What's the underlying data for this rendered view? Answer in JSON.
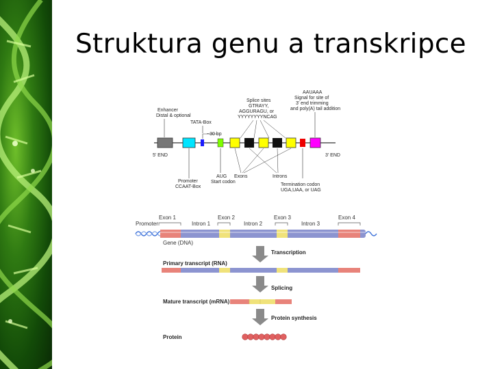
{
  "slide": {
    "title": "Struktura genu a transkripce"
  },
  "gene_map": {
    "enhancer": [
      "Enhancer",
      "Distal & optional"
    ],
    "tata": "TATA-Box",
    "bp": "~30 bp",
    "splice": [
      "Splice sites",
      "GTRAYY,",
      "AGGURAGU, or",
      "YYYYYYYYNCAG"
    ],
    "polya": [
      "AAUAAA",
      "Signal for site of",
      "3' end trimming",
      "and poly(A) tail addition"
    ],
    "end5": "5' END",
    "end3": "3' END",
    "promoter": [
      "Promoter",
      "CCAAT-Box"
    ],
    "aug": [
      "AUG",
      "Start codon"
    ],
    "exons": "Exons",
    "introns": "Introns",
    "termination": [
      "Termination codon",
      "UGA,UAA, or UAG"
    ]
  },
  "transcription_diagram": {
    "top_labels": [
      "Promoter",
      "Exon 1",
      "Intron 1",
      "Exon 2",
      "Intron 2",
      "Exon 3",
      "Intron 3",
      "Exon 4"
    ],
    "gene": "Gene (DNA)",
    "transcription": "Transcription",
    "primary": "Primary transcript (RNA)",
    "splicing": "Splicing",
    "mature": "Mature transcript (mRNA)",
    "protein_synthesis": "Protein synthesis",
    "protein": "Protein"
  }
}
